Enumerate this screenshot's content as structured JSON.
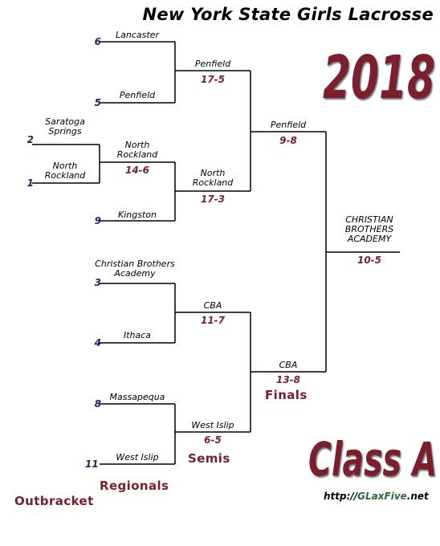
{
  "title": "New York State Girls Lacrosse",
  "year": "2018",
  "class_label": "Class A",
  "website": {
    "prefix": "http://",
    "brand": "GLaxFive",
    "suffix": ".net"
  },
  "round_labels": {
    "outbracket": "Outbracket",
    "regionals": "Regionals",
    "semis": "Semis",
    "finals": "Finals"
  },
  "seeds": {
    "lancaster": "6",
    "penfield": "5",
    "saratoga": "2",
    "north_rockland": "1",
    "kingston": "9",
    "cba": "3",
    "ithaca": "4",
    "massapequa": "8",
    "west_islip": "11"
  },
  "teams": {
    "lancaster": "Lancaster",
    "penfield": "Penfield",
    "saratoga": "Saratoga\nSprings",
    "north_rockland": "North\nRockland",
    "kingston": "Kingston",
    "cba": "Christian Brothers\nAcademy",
    "ithaca": "Ithaca",
    "massapequa": "Massapequa",
    "west_islip": "West Islip"
  },
  "results": {
    "outbracket_winner": "North\nRockland",
    "outbracket_score": "14-6",
    "regional1_winner": "Penfield",
    "regional1_score": "17-5",
    "regional2_winner": "North\nRockland",
    "regional2_score": "17-3",
    "regional3_winner": "CBA",
    "regional3_score": "11-7",
    "regional4_winner": "West Islip",
    "regional4_score": "6-5",
    "semi1_winner": "Penfield",
    "semi1_score": "9-8",
    "semi2_winner": "CBA",
    "semi2_score": "13-8",
    "final_winner": "CHRISTIAN\nBROTHERS\nACADEMY",
    "final_score": "10-5"
  }
}
